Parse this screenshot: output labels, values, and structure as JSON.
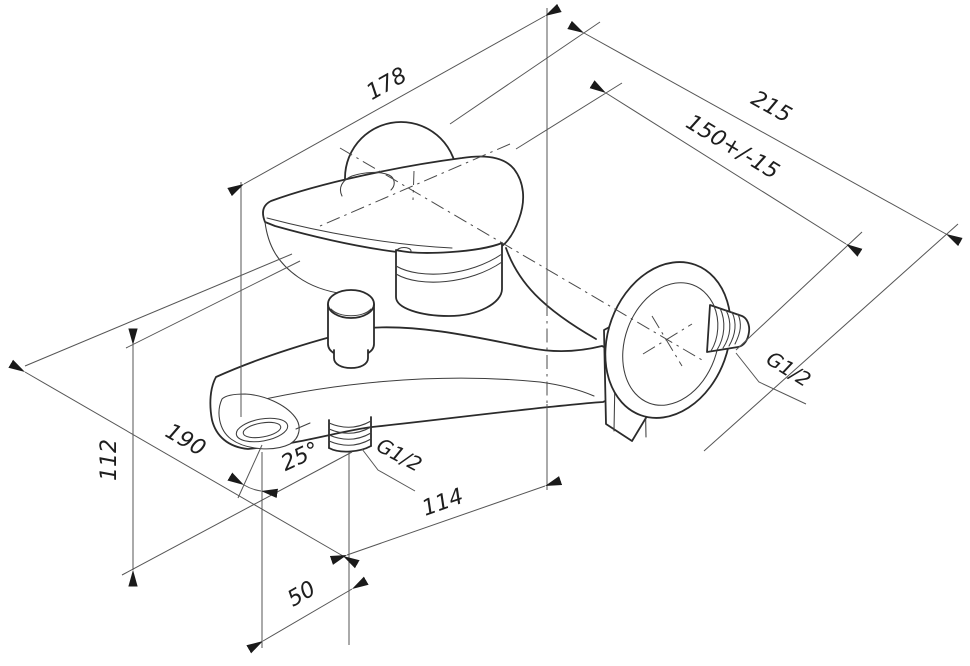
{
  "drawing": {
    "type": "technical-dimension-drawing",
    "subject": "wall-mounted single-lever bath mixer faucet, isometric view",
    "units": "mm",
    "dimensions": {
      "body_width": "178",
      "overall_depth": "215",
      "inlet_spacing": "150+/-15",
      "height": "112",
      "projection": "190",
      "wall_to_outlet": "114",
      "outlet_offset": "50",
      "spout_angle": "25°",
      "bottom_thread": "G1/2",
      "wall_thread": "G1/2"
    },
    "colors": {
      "background": "#ffffff",
      "outline": "#2b2b2b",
      "dimension_line": "#555555",
      "text": "#1e1e1e"
    }
  }
}
